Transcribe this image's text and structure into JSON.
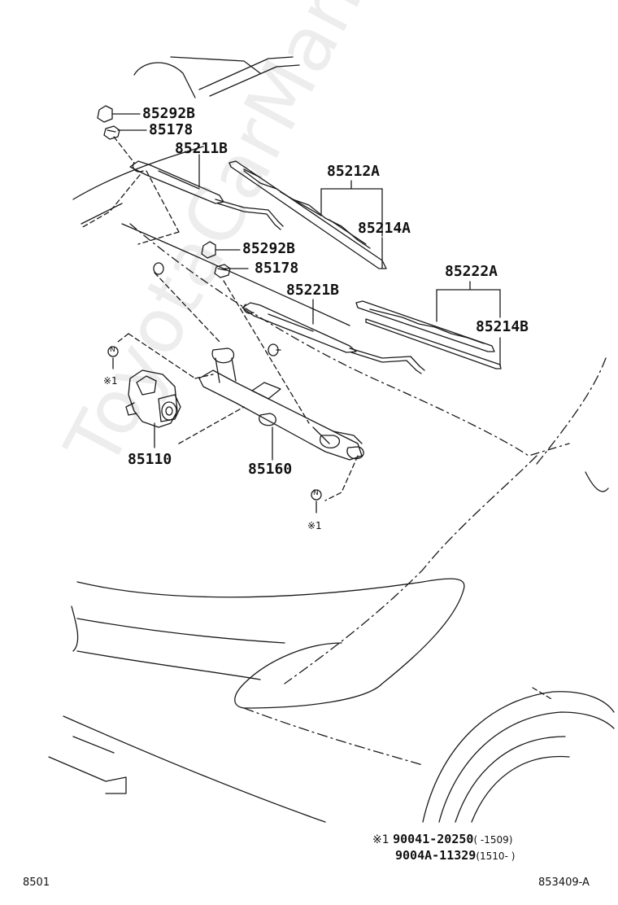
{
  "colors": {
    "line": "#1a1a1a",
    "watermark": "rgba(0,0,0,0.07)"
  },
  "watermark": "ToyotaCarManual.ru",
  "parts": {
    "p85292b_top": "85292B",
    "p85178_top": "85178",
    "p85211b": "85211B",
    "p85212a": "85212A",
    "p85214a": "85214A",
    "p85292b_mid": "85292B",
    "p85178_mid": "85178",
    "p85221b": "85221B",
    "p85222a": "85222A",
    "p85214b": "85214B",
    "p85110": "85110",
    "p85160": "85160"
  },
  "markers": {
    "n_left": "N",
    "note_left": "※1",
    "n_right": "N",
    "note_right": "※1"
  },
  "notes": {
    "mark": "※1",
    "row1_part": "90041-20250",
    "row1_range": "(       -1509)",
    "row2_part": "9004A-11329",
    "row2_range": "(1510-       )"
  },
  "footer": {
    "left_code": "8501",
    "right_code": "853409-A"
  }
}
